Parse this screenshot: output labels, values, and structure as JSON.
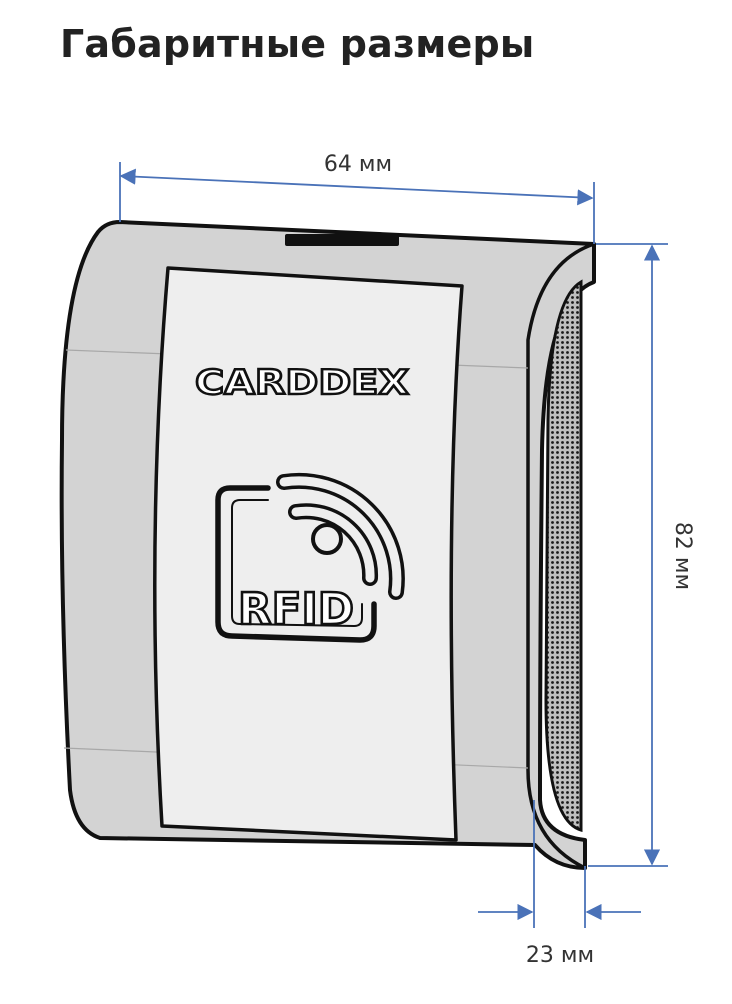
{
  "title": "Габаритные размеры",
  "logo_text": "CARDDEX",
  "rfid_label": "RFID",
  "dimensions": {
    "width_label": "64 мм",
    "height_label": "82 мм",
    "depth_label": "23 мм"
  },
  "colors": {
    "dimension_line": "#4a72b8",
    "outline": "#111111",
    "body_fill": "#d3d3d3",
    "panel_fill": "#eeeeee"
  }
}
